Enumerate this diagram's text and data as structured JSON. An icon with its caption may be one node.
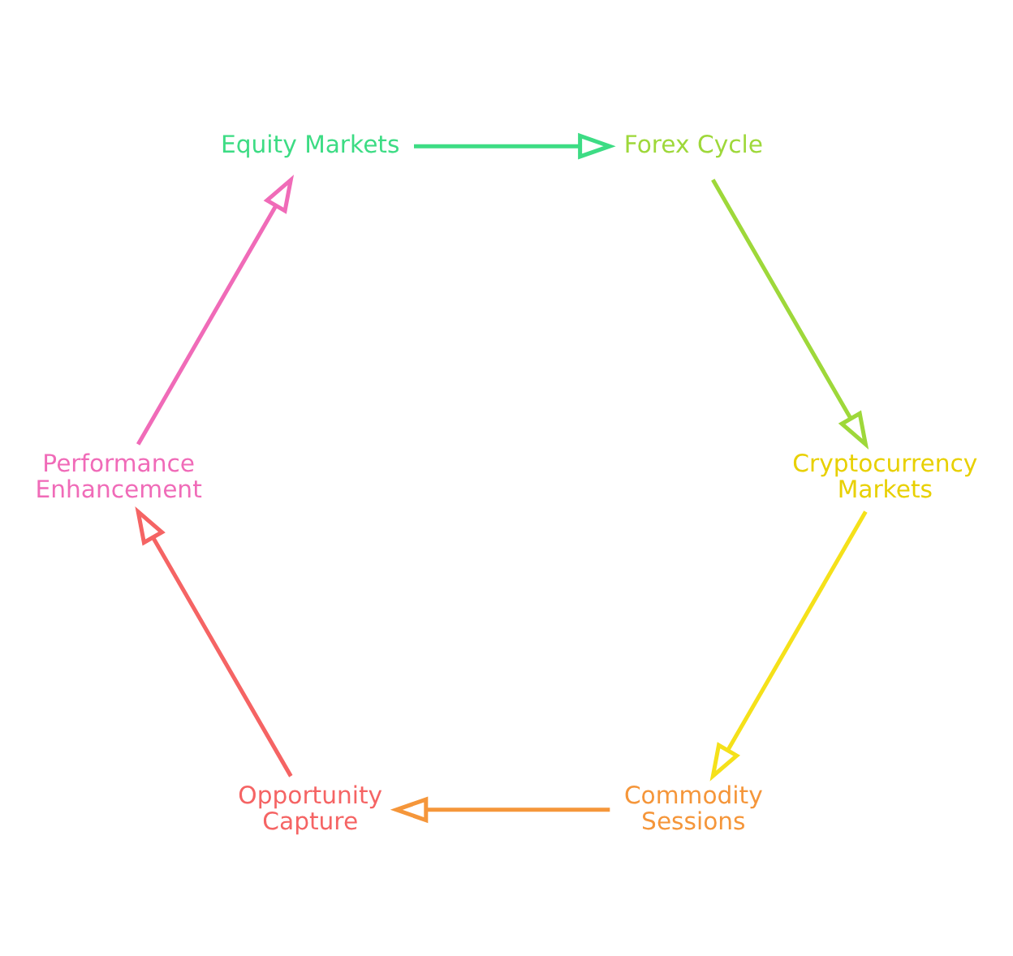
{
  "diagram": {
    "nodes": [
      {
        "text": [
          "Equity Markets"
        ]
      },
      {
        "text": [
          "Forex Cycle"
        ]
      },
      {
        "text": [
          "Cryptocurrency Markets"
        ]
      },
      {
        "text": [
          "Commodity Sessions"
        ]
      },
      {
        "text": [
          "Opportunity Capture"
        ]
      },
      {
        "text": [
          "Performance Enhancement"
        ]
      }
    ],
    "edges": [
      {
        "from": 0,
        "to": 1,
        "arrow": "to",
        "color": "#3ddc84"
      },
      {
        "from": 1,
        "to": 2,
        "arrow": "to",
        "color": "#9ed83a"
      },
      {
        "from": 2,
        "to": 3,
        "arrow": "to",
        "color": "#f5e11a"
      },
      {
        "from": 3,
        "to": 4,
        "arrow": "to",
        "color": "#f5963a"
      },
      {
        "from": 4,
        "to": 5,
        "arrow": "to",
        "color": "#f56464"
      },
      {
        "from": 5,
        "to": 0,
        "arrow": "to",
        "color": "#f06bb8"
      }
    ]
  }
}
